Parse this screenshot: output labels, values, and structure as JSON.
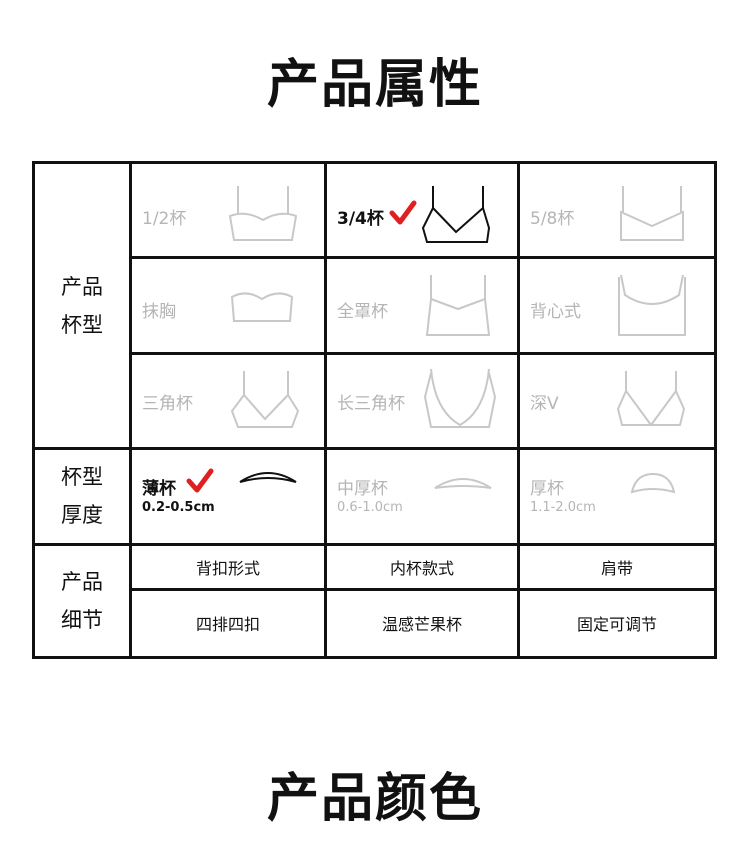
{
  "headings": {
    "attributes": "产品属性",
    "colors": "产品颜色"
  },
  "colors": {
    "text": "#111111",
    "muted": "#b5b5b5",
    "check": "#e02020",
    "line_muted": "#c8c8c8"
  },
  "rows": {
    "cup_type": {
      "header_line1": "产品",
      "header_line2": "杯型",
      "options": [
        {
          "label": "1/2杯",
          "selected": false,
          "icon": "half-cup-bra-icon"
        },
        {
          "label": "3/4杯",
          "selected": true,
          "icon": "three-quarter-cup-bra-icon"
        },
        {
          "label": "5/8杯",
          "selected": false,
          "icon": "five-eighths-cup-bra-icon"
        },
        {
          "label": "抹胸",
          "selected": false,
          "icon": "bandeau-bra-icon"
        },
        {
          "label": "全罩杯",
          "selected": false,
          "icon": "full-cup-bra-icon"
        },
        {
          "label": "背心式",
          "selected": false,
          "icon": "vest-bra-icon"
        },
        {
          "label": "三角杯",
          "selected": false,
          "icon": "triangle-bra-icon"
        },
        {
          "label": "长三角杯",
          "selected": false,
          "icon": "long-triangle-bra-icon"
        },
        {
          "label": "深V",
          "selected": false,
          "icon": "deep-v-bra-icon"
        }
      ]
    },
    "thickness": {
      "header_line1": "杯型",
      "header_line2": "厚度",
      "options": [
        {
          "label": "薄杯",
          "range": "0.2-0.5cm",
          "selected": true,
          "icon": "thin-pad-icon"
        },
        {
          "label": "中厚杯",
          "range": "0.6-1.0cm",
          "selected": false,
          "icon": "medium-pad-icon"
        },
        {
          "label": "厚杯",
          "range": "1.1-2.0cm",
          "selected": false,
          "icon": "thick-pad-icon"
        }
      ]
    },
    "details": {
      "header_line1": "产品",
      "header_line2": "细节",
      "labels": [
        "背扣形式",
        "内杯款式",
        "肩带"
      ],
      "values": [
        "四排四扣",
        "温感芒果杯",
        "固定可调节"
      ]
    }
  }
}
